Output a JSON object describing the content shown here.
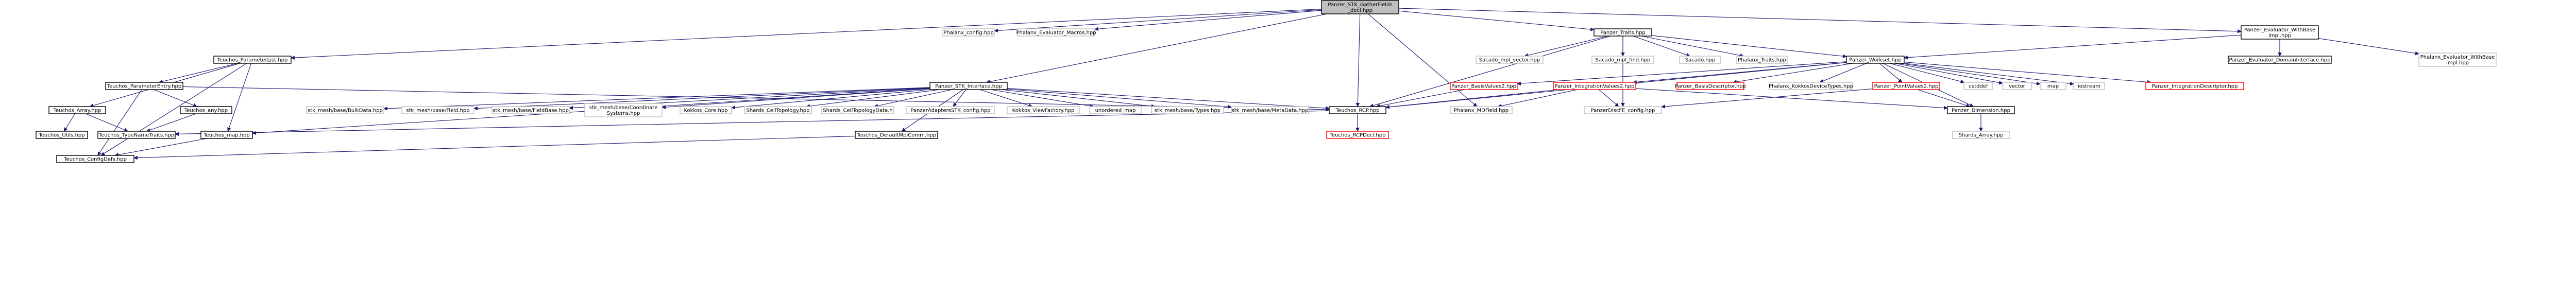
{
  "diagram": {
    "colors": {
      "edge": "#191970",
      "node_fill_plain": "#ffffff",
      "node_border_plain": "#bfbfbf",
      "node_border_documented": "#000000",
      "node_border_truncated": "#ff0000",
      "node_fill_root": "#bfbfbf",
      "text": "#000000"
    },
    "nodes": [
      {
        "id": "root",
        "lines": [
          "Panzer_STK_GatherFields",
          "_decl.hpp"
        ],
        "style": "root"
      },
      {
        "id": "phalanx_config",
        "lines": [
          "Phalanx_config.hpp"
        ],
        "style": "plain"
      },
      {
        "id": "phalanx_evaluator_macros",
        "lines": [
          "Phalanx_Evaluator_Macros.hpp"
        ],
        "style": "plain"
      },
      {
        "id": "panzer_traits",
        "lines": [
          "Panzer_Traits.hpp"
        ],
        "style": "documented"
      },
      {
        "id": "panzer_evaluator_withbase",
        "lines": [
          "Panzer_Evaluator_WithBase",
          "Impl.hpp"
        ],
        "style": "documented"
      },
      {
        "id": "teuchos_parameterlist",
        "lines": [
          "Teuchos_ParameterList.hpp"
        ],
        "style": "documented"
      },
      {
        "id": "sacado_mpl_vector",
        "lines": [
          "Sacado_mpl_vector.hpp"
        ],
        "style": "plain"
      },
      {
        "id": "sacado_mpl_find",
        "lines": [
          "Sacado_mpl_find.hpp"
        ],
        "style": "plain"
      },
      {
        "id": "sacado",
        "lines": [
          "Sacado.hpp"
        ],
        "style": "plain"
      },
      {
        "id": "phalanx_traits",
        "lines": [
          "Phalanx_Traits.hpp"
        ],
        "style": "plain"
      },
      {
        "id": "panzer_workset",
        "lines": [
          "Panzer_Workset.hpp"
        ],
        "style": "documented"
      },
      {
        "id": "panzer_evaluator_domaininterface",
        "lines": [
          "Panzer_Evaluator_DomainInterface.hpp"
        ],
        "style": "documented"
      },
      {
        "id": "phalanx_evaluator_withbase",
        "lines": [
          "Phalanx_Evaluator_WithBase",
          "Impl.hpp"
        ],
        "style": "plain"
      },
      {
        "id": "teuchos_parameterentry",
        "lines": [
          "Teuchos_ParameterEntry.hpp"
        ],
        "style": "documented"
      },
      {
        "id": "panzer_stk_interface",
        "lines": [
          "Panzer_STK_Interface.hpp"
        ],
        "style": "documented"
      },
      {
        "id": "panzer_basisvalues2",
        "lines": [
          "Panzer_BasisValues2.hpp"
        ],
        "style": "truncated"
      },
      {
        "id": "panzer_integrationvalues2",
        "lines": [
          "Panzer_IntegrationValues2.hpp"
        ],
        "style": "truncated"
      },
      {
        "id": "panzer_basisdescriptor",
        "lines": [
          "Panzer_BasisDescriptor.hpp"
        ],
        "style": "truncated"
      },
      {
        "id": "phalanx_kokkosdevicetypes",
        "lines": [
          "Phalanx_KokkosDeviceTypes.hpp"
        ],
        "style": "plain"
      },
      {
        "id": "panzer_pointvalues2",
        "lines": [
          "Panzer_PointValues2.hpp"
        ],
        "style": "truncated"
      },
      {
        "id": "cstddef",
        "lines": [
          "cstddef"
        ],
        "style": "plain"
      },
      {
        "id": "vector",
        "lines": [
          "vector"
        ],
        "style": "plain"
      },
      {
        "id": "map",
        "lines": [
          "map"
        ],
        "style": "plain"
      },
      {
        "id": "iostream",
        "lines": [
          "iostream"
        ],
        "style": "plain"
      },
      {
        "id": "panzer_integrationdescriptor",
        "lines": [
          "Panzer_IntegrationDescriptor.hpp"
        ],
        "style": "truncated"
      },
      {
        "id": "teuchos_array",
        "lines": [
          "Teuchos_Array.hpp"
        ],
        "style": "documented"
      },
      {
        "id": "teuchos_any",
        "lines": [
          "Teuchos_any.hpp"
        ],
        "style": "documented"
      },
      {
        "id": "stk_bulkdata",
        "lines": [
          "stk_mesh/base/BulkData.hpp"
        ],
        "style": "plain"
      },
      {
        "id": "stk_field",
        "lines": [
          "stk_mesh/base/Field.hpp"
        ],
        "style": "plain"
      },
      {
        "id": "stk_fieldbase",
        "lines": [
          "stk_mesh/base/FieldBase.hpp"
        ],
        "style": "plain"
      },
      {
        "id": "stk_coordinatesystems",
        "lines": [
          "stk_mesh/base/Coordinate",
          "Systems.hpp"
        ],
        "style": "plain"
      },
      {
        "id": "kokkos_core",
        "lines": [
          "Kokkos_Core.hpp"
        ],
        "style": "plain"
      },
      {
        "id": "shards_celltopology",
        "lines": [
          "Shards_CellTopology.hpp"
        ],
        "style": "plain"
      },
      {
        "id": "shards_celltopologydata",
        "lines": [
          "Shards_CellTopologyData.h"
        ],
        "style": "plain"
      },
      {
        "id": "panzeradaptors_stk_config",
        "lines": [
          "PanzerAdaptersSTK_config.hpp"
        ],
        "style": "plain"
      },
      {
        "id": "kokkos_viewfactory",
        "lines": [
          "Kokkos_ViewFactory.hpp"
        ],
        "style": "plain"
      },
      {
        "id": "unordered_map",
        "lines": [
          "unordered_map"
        ],
        "style": "plain"
      },
      {
        "id": "stk_types",
        "lines": [
          "stk_mesh/base/Types.hpp"
        ],
        "style": "plain"
      },
      {
        "id": "stk_metadata",
        "lines": [
          "stk_mesh/base/MetaData.hpp"
        ],
        "style": "plain"
      },
      {
        "id": "teuchos_rcp",
        "lines": [
          "Teuchos_RCP.hpp"
        ],
        "style": "documented"
      },
      {
        "id": "phalanx_mdfield",
        "lines": [
          "Phalanx_MDField.hpp"
        ],
        "style": "plain"
      },
      {
        "id": "panzer_discfe_config",
        "lines": [
          "PanzerDiscFE_config.hpp"
        ],
        "style": "plain"
      },
      {
        "id": "panzer_dimension",
        "lines": [
          "Panzer_Dimension.hpp"
        ],
        "style": "documented"
      },
      {
        "id": "teuchos_utils",
        "lines": [
          "Teuchos_Utils.hpp"
        ],
        "style": "documented"
      },
      {
        "id": "teuchos_typenametraits",
        "lines": [
          "Teuchos_TypeNameTraits.hpp"
        ],
        "style": "documented"
      },
      {
        "id": "teuchos_map",
        "lines": [
          "Teuchos_map.hpp"
        ],
        "style": "documented"
      },
      {
        "id": "teuchos_defaultmpicomm",
        "lines": [
          "Teuchos_DefaultMpiComm.hpp"
        ],
        "style": "documented"
      },
      {
        "id": "teuchos_rcpdecl",
        "lines": [
          "Teuchos_RCPDecl.hpp"
        ],
        "style": "truncated"
      },
      {
        "id": "shards_array",
        "lines": [
          "Shards_Array.hpp"
        ],
        "style": "plain"
      },
      {
        "id": "teuchos_configdefs",
        "lines": [
          "Teuchos_ConfigDefs.hpp"
        ],
        "style": "documented"
      }
    ],
    "edges": [
      [
        "root",
        "phalanx_config"
      ],
      [
        "root",
        "phalanx_evaluator_macros"
      ],
      [
        "root",
        "panzer_traits"
      ],
      [
        "root",
        "panzer_evaluator_withbase"
      ],
      [
        "root",
        "teuchos_parameterlist"
      ],
      [
        "root",
        "panzer_stk_interface"
      ],
      [
        "root",
        "phalanx_mdfield"
      ],
      [
        "root",
        "teuchos_rcp"
      ],
      [
        "panzer_traits",
        "sacado_mpl_vector"
      ],
      [
        "panzer_traits",
        "sacado_mpl_find"
      ],
      [
        "panzer_traits",
        "sacado"
      ],
      [
        "panzer_traits",
        "phalanx_traits"
      ],
      [
        "panzer_traits",
        "panzer_workset"
      ],
      [
        "panzer_traits",
        "teuchos_rcp"
      ],
      [
        "panzer_traits",
        "panzer_discfe_config"
      ],
      [
        "panzer_evaluator_withbase",
        "panzer_evaluator_domaininterface"
      ],
      [
        "panzer_evaluator_withbase",
        "phalanx_evaluator_withbase"
      ],
      [
        "panzer_evaluator_withbase",
        "panzer_workset"
      ],
      [
        "panzer_workset",
        "panzer_basisvalues2"
      ],
      [
        "panzer_workset",
        "panzer_integrationvalues2"
      ],
      [
        "panzer_workset",
        "panzer_basisdescriptor"
      ],
      [
        "panzer_workset",
        "phalanx_kokkosdevicetypes"
      ],
      [
        "panzer_workset",
        "panzer_pointvalues2"
      ],
      [
        "panzer_workset",
        "cstddef"
      ],
      [
        "panzer_workset",
        "vector"
      ],
      [
        "panzer_workset",
        "map"
      ],
      [
        "panzer_workset",
        "iostream"
      ],
      [
        "panzer_workset",
        "panzer_integrationdescriptor"
      ],
      [
        "panzer_workset",
        "panzer_dimension"
      ],
      [
        "panzer_workset",
        "teuchos_rcp"
      ],
      [
        "panzer_integrationvalues2",
        "teuchos_rcp"
      ],
      [
        "panzer_integrationvalues2",
        "phalanx_mdfield"
      ],
      [
        "panzer_integrationvalues2",
        "panzer_discfe_config"
      ],
      [
        "panzer_integrationvalues2",
        "panzer_dimension"
      ],
      [
        "panzer_pointvalues2",
        "panzer_dimension"
      ],
      [
        "panzer_pointvalues2",
        "panzer_discfe_config"
      ],
      [
        "panzer_basisvalues2",
        "teuchos_rcp"
      ],
      [
        "teuchos_parameterlist",
        "teuchos_parameterentry"
      ],
      [
        "teuchos_parameterlist",
        "teuchos_array"
      ],
      [
        "teuchos_parameterlist",
        "teuchos_map"
      ],
      [
        "teuchos_parameterlist",
        "teuchos_configdefs"
      ],
      [
        "teuchos_parameterentry",
        "teuchos_any"
      ],
      [
        "teuchos_parameterentry",
        "teuchos_rcp"
      ],
      [
        "teuchos_parameterentry",
        "teuchos_configdefs"
      ],
      [
        "teuchos_array",
        "teuchos_utils"
      ],
      [
        "teuchos_array",
        "teuchos_typenametraits"
      ],
      [
        "teuchos_any",
        "teuchos_typenametraits"
      ],
      [
        "panzer_stk_interface",
        "stk_bulkdata"
      ],
      [
        "panzer_stk_interface",
        "stk_field"
      ],
      [
        "panzer_stk_interface",
        "stk_fieldbase"
      ],
      [
        "panzer_stk_interface",
        "stk_coordinatesystems"
      ],
      [
        "panzer_stk_interface",
        "kokkos_core"
      ],
      [
        "panzer_stk_interface",
        "shards_celltopology"
      ],
      [
        "panzer_stk_interface",
        "shards_celltopologydata"
      ],
      [
        "panzer_stk_interface",
        "panzeradaptors_stk_config"
      ],
      [
        "panzer_stk_interface",
        "kokkos_viewfactory"
      ],
      [
        "panzer_stk_interface",
        "unordered_map"
      ],
      [
        "panzer_stk_interface",
        "stk_types"
      ],
      [
        "panzer_stk_interface",
        "stk_metadata"
      ],
      [
        "panzer_stk_interface",
        "teuchos_rcp"
      ],
      [
        "panzer_stk_interface",
        "teuchos_defaultmpicomm"
      ],
      [
        "panzer_stk_interface",
        "teuchos_map"
      ],
      [
        "teuchos_rcp",
        "teuchos_rcpdecl"
      ],
      [
        "teuchos_rcp",
        "teuchos_typenametraits"
      ],
      [
        "teuchos_defaultmpicomm",
        "teuchos_configdefs"
      ],
      [
        "teuchos_map",
        "teuchos_configdefs"
      ],
      [
        "panzer_dimension",
        "shards_array"
      ]
    ]
  }
}
